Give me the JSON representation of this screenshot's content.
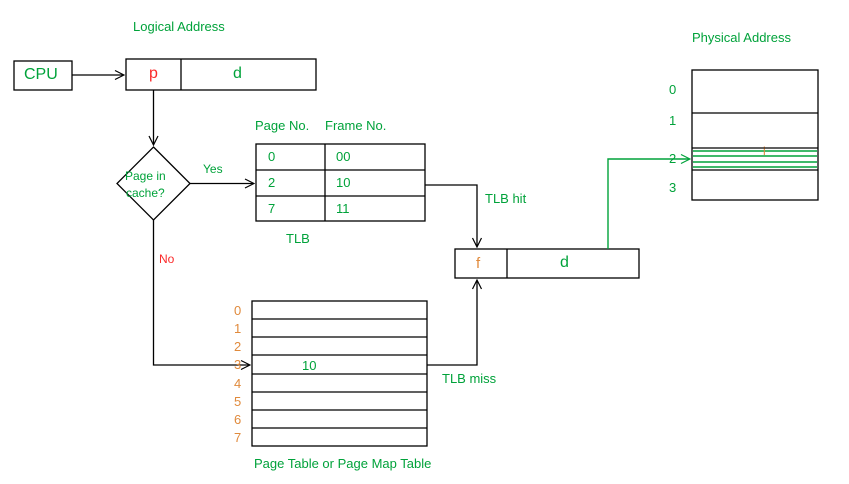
{
  "diagram": {
    "type": "paging-address-translation-with-tlb",
    "colors": {
      "green": "#00a23a",
      "red": "#fb2a2a",
      "orange": "#e08a3c",
      "black": "#000000",
      "background": "#ffffff"
    }
  },
  "titles": {
    "logical_address": "Logical Address",
    "physical_address": "Physical Address"
  },
  "cpu": {
    "label": "CPU"
  },
  "logical_address_box": {
    "page_field": "p",
    "offset_field": "d"
  },
  "decision": {
    "line1": "Page in",
    "line2": "cache?",
    "yes_label": "Yes",
    "no_label": "No"
  },
  "tlb": {
    "caption": "TLB",
    "headers": [
      "Page No.",
      "Frame No."
    ],
    "rows": [
      {
        "page": "0",
        "frame": "00"
      },
      {
        "page": "2",
        "frame": "10"
      },
      {
        "page": "7",
        "frame": "11"
      }
    ]
  },
  "page_table": {
    "caption": "Page Table or Page Map Table",
    "row_indices": [
      "0",
      "1",
      "2",
      "3",
      "4",
      "5",
      "6",
      "7"
    ],
    "entries": [
      "",
      "",
      "",
      "10",
      "",
      "",
      "",
      ""
    ]
  },
  "physical_address_box": {
    "frame_field": "f",
    "offset_field": "d"
  },
  "physical_memory": {
    "row_indices": [
      "0",
      "1",
      "2",
      "3"
    ],
    "highlighted_row_index": "2",
    "highlighted_row_value": "i"
  },
  "edges": {
    "tlb_hit": "TLB hit",
    "tlb_miss": "TLB miss"
  }
}
